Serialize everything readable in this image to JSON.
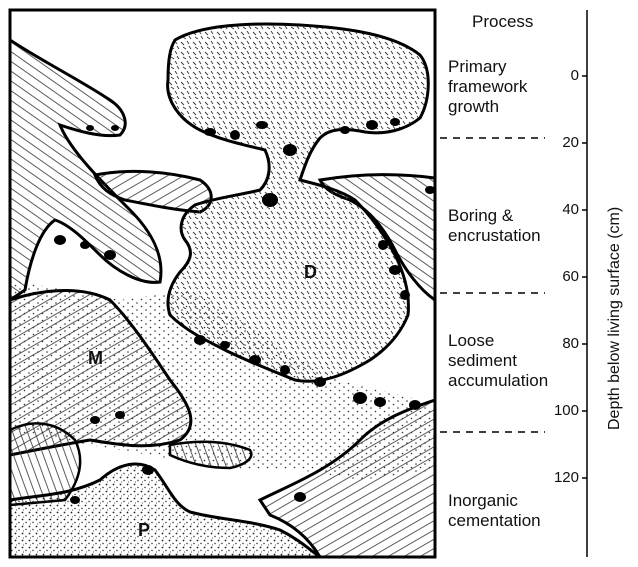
{
  "diagram": {
    "header": "Process",
    "processes": [
      {
        "label": "Primary\nframework\ngrowth"
      },
      {
        "label": "Boring &\nencrustation"
      },
      {
        "label": "Loose\nsediment\naccumulation"
      },
      {
        "label": "Inorganic\ncementation"
      }
    ],
    "axis_title": "Depth below living surface (cm)",
    "ticks": [
      "0",
      "20",
      "40",
      "60",
      "80",
      "100",
      "120"
    ],
    "region_letters": {
      "d": "D",
      "m": "M",
      "p": "P"
    }
  }
}
